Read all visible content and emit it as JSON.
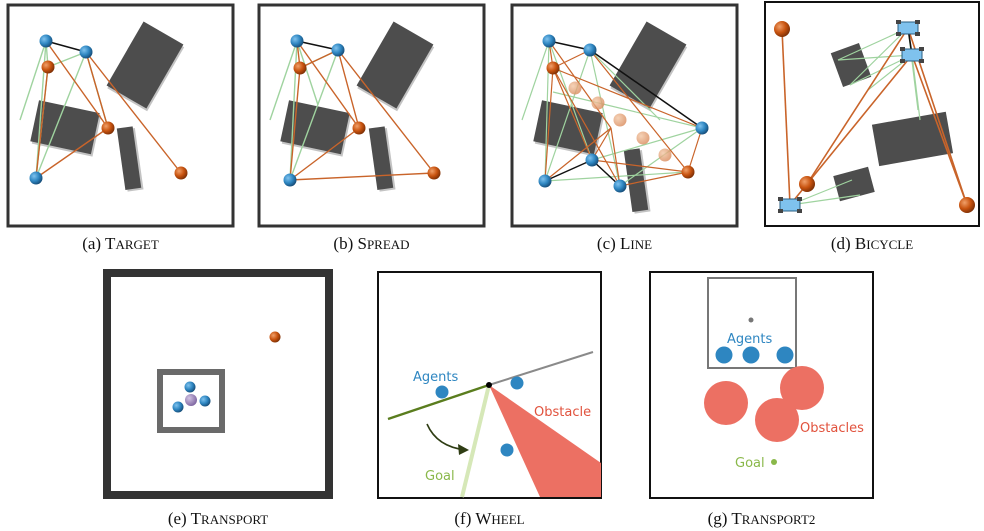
{
  "panels": [
    {
      "tag": "(a)",
      "name": "Target"
    },
    {
      "tag": "(b)",
      "name": "Spread"
    },
    {
      "tag": "(c)",
      "name": "Line"
    },
    {
      "tag": "(d)",
      "name": "Bicycle"
    },
    {
      "tag": "(e)",
      "name": "Transport"
    },
    {
      "tag": "(f)",
      "name": "Wheel"
    },
    {
      "tag": "(g)",
      "name": "Transport2"
    }
  ],
  "wheel": {
    "agents_label": "Agents",
    "obstacle_label": "Obstacle",
    "goal_label": "Goal"
  },
  "transport2": {
    "agents_label": "Agents",
    "obstacles_label": "Obstacles",
    "goal_label": "Goal"
  },
  "colors": {
    "agent_blue": "#2e86c1",
    "landmark_orange": "#c8530f",
    "obstacle_gray": "#4d4d4d",
    "obstacle_red": "#ec7063",
    "goal_green": "#8ab84a",
    "link_orange": "#c9642a",
    "link_green": "#9fd39f",
    "package_purple": "#9b84b5"
  }
}
